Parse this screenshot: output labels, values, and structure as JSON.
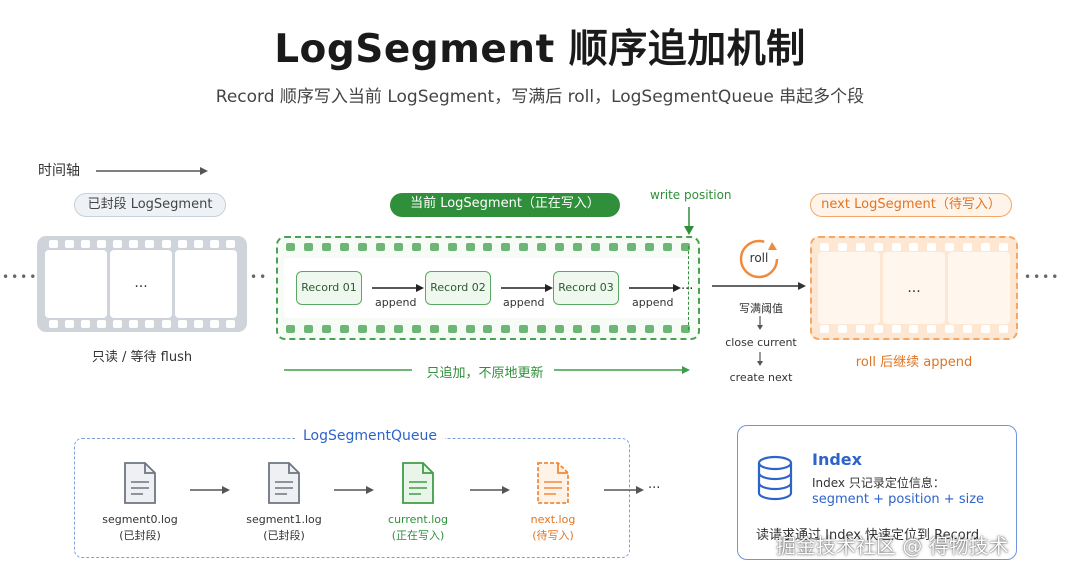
{
  "title": "LogSegment 顺序追加机制",
  "subtitle": "Record 顺序写入当前 LogSegment，写满后 roll，LogSegmentQueue 串起多个段",
  "timeline_label": "时间轴",
  "sealed": {
    "label": "已封段 LogSegment",
    "frame_text": "...",
    "caption": "只读 / 等待 flush"
  },
  "current": {
    "label": "当前 LogSegment（正在写入）",
    "write_position": "write position",
    "records": [
      "Record 01",
      "Record 02",
      "Record 03"
    ],
    "append_label": "append",
    "ellipsis": "...",
    "append_only": "只追加，不原地更新"
  },
  "roll": {
    "icon_label": "roll",
    "step1": "写满阈值",
    "step2": "close current",
    "step3": "create next"
  },
  "next": {
    "label": "next LogSegment（待写入）",
    "frame_text": "...",
    "caption": "roll 后继续 append"
  },
  "side_dots": "••••",
  "queue": {
    "title": "LogSegmentQueue",
    "items": [
      {
        "name": "segment0.log",
        "state": "(已封段)"
      },
      {
        "name": "segment1.log",
        "state": "(已封段)"
      },
      {
        "name": "current.log",
        "state": "(正在写入)"
      },
      {
        "name": "next.log",
        "state": "(待写入)"
      }
    ],
    "more": "···"
  },
  "index": {
    "title": "Index",
    "desc": "Index 只记录定位信息：",
    "formula": "segment + position + size",
    "note": "读请求通过 Index 快速定位到 Record"
  },
  "watermark": "掘金技术社区 @ 得物技术",
  "colors": {
    "green": "#3f9d47",
    "orange": "#f08a3c",
    "blue": "#2e63c9",
    "gray": "#9aa0a8"
  }
}
